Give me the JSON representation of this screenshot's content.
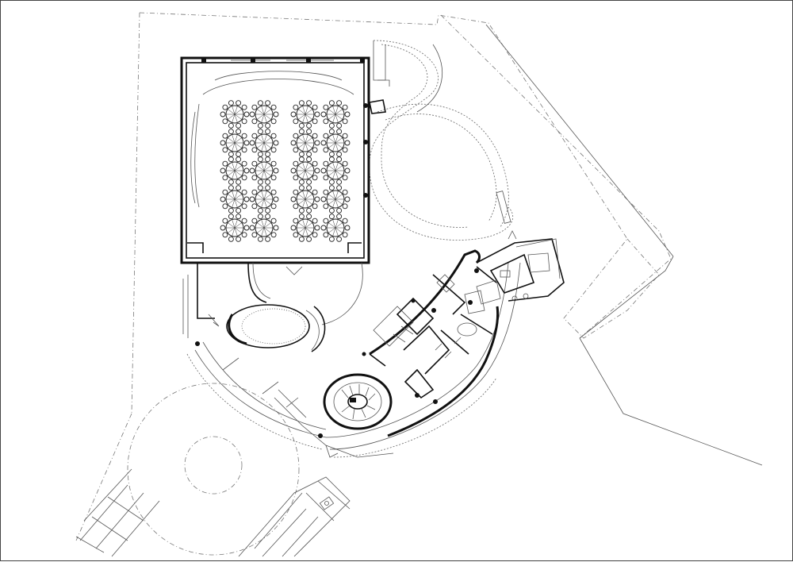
{
  "plan": {
    "banquet_tables": {
      "columns": 4,
      "rows": 5,
      "chairs_per_table": 10
    },
    "colors": {
      "line": "#111111",
      "thin": "#555555",
      "background": "#ffffff"
    },
    "icons": [
      "accessible-parking-icon"
    ]
  }
}
